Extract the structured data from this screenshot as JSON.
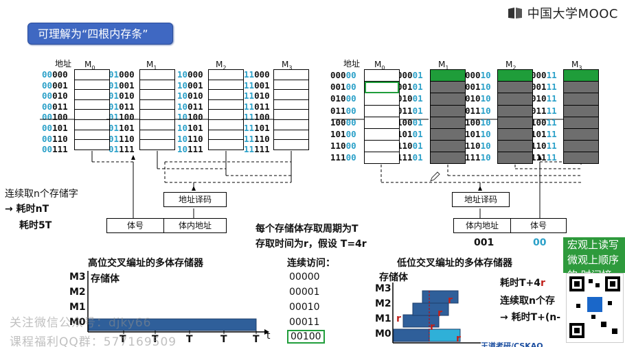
{
  "logo": {
    "text": "中国大学MOOC"
  },
  "callout": {
    "text": "可理解为“四根内存条”"
  },
  "left_diagram": {
    "addr_header": "地址",
    "modules": [
      {
        "name": "M0",
        "prefix": "00",
        "suffixes": [
          "000",
          "001",
          "010",
          "011",
          "100",
          "101",
          "110",
          "111"
        ]
      },
      {
        "name": "M1",
        "prefix": "01",
        "suffixes": [
          "000",
          "001",
          "010",
          "011",
          "100",
          "101",
          "110",
          "111"
        ]
      },
      {
        "name": "M2",
        "prefix": "10",
        "suffixes": [
          "000",
          "001",
          "010",
          "011",
          "100",
          "101",
          "110",
          "111"
        ]
      },
      {
        "name": "M3",
        "prefix": "11",
        "suffixes": [
          "000",
          "001",
          "010",
          "011",
          "100",
          "101",
          "110",
          "111"
        ]
      }
    ],
    "decoder": "地址译码",
    "field_left": "体号",
    "field_right": "体内地址",
    "note1": "连续取n个存储字",
    "note2": "→ 耗时nT",
    "note3": "耗时5T"
  },
  "right_diagram": {
    "addr_header": "地址",
    "module_names": [
      "M0",
      "M1",
      "M2",
      "M3"
    ],
    "addr_prefixes": [
      "000",
      "001",
      "010",
      "011",
      "100",
      "101",
      "110",
      "111"
    ],
    "module_suffix": [
      "00",
      "01",
      "10",
      "11"
    ],
    "decoder": "地址译码",
    "field_left": "体内地址",
    "field_right": "体号",
    "val_left": "001",
    "val_right": "00"
  },
  "middle": {
    "line1": "每个存储体存取周期为T",
    "line2": "存取时间为r，假设 T=4r",
    "seq_title": "连续访问：",
    "sequence": [
      "00000",
      "00001",
      "00010",
      "00011",
      "00100"
    ]
  },
  "high_chart": {
    "title": "高位交叉编址的多体存储器",
    "ylabel": "存储体",
    "rows": [
      "M3",
      "M2",
      "M1",
      "M0"
    ],
    "ticks": [
      "T",
      "T",
      "T",
      "T",
      "T"
    ],
    "axis": "t"
  },
  "low_chart": {
    "title": "低位交叉编址的多体存储器",
    "ylabel": "存储体",
    "rows": [
      "M3",
      "M2",
      "M1",
      "M0"
    ],
    "r_label": "r",
    "note1": "耗时T+4",
    "note1_r": "r",
    "note2": "连续取n个存",
    "note3": "→ 耗时T+(n-"
  },
  "side_panel": {
    "text": "宏观上读写 微观上顺序的 时间接近…"
  },
  "watermark": {
    "line1": "关注微信公众号：djky66",
    "line2": "课程福利QQ群：577169509"
  },
  "footer_cut": "王道考研/CSKAO"
}
